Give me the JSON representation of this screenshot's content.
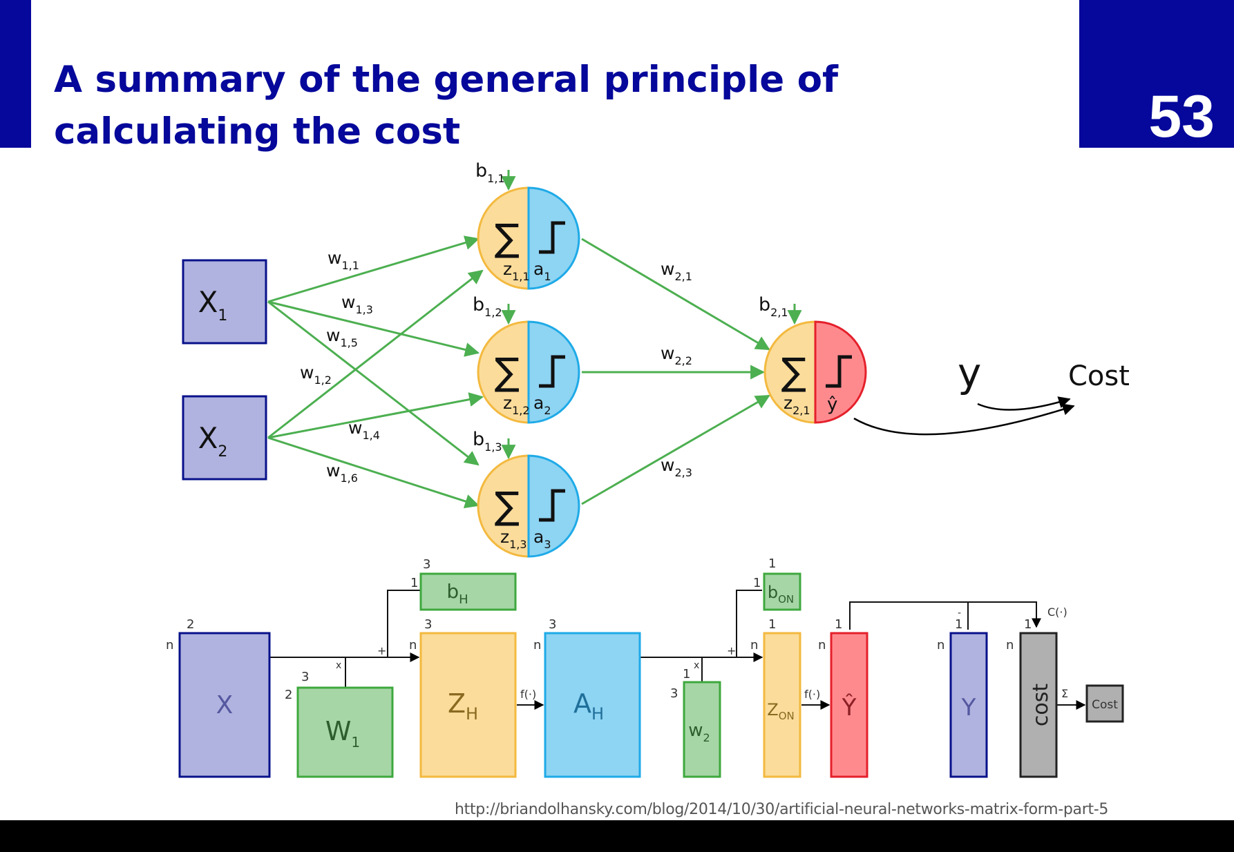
{
  "slide": {
    "title": "A summary of the general principle of calculating the cost",
    "page_number": "53",
    "source_url": "http://briandolhansky.com/blog/2014/10/30/artificial-neural-networks-matrix-form-part-5"
  },
  "colors": {
    "brand": "#05089a",
    "arrow_green": "#4caf50",
    "sum_fill": "#fbdc9a",
    "sum_stroke": "#f3b93f",
    "act_fill": "#8ed4f3",
    "act_stroke": "#1eaae7",
    "out_fill": "#ff8a8e",
    "out_stroke": "#e4202b",
    "input_fill": "#b0b3df",
    "input_stroke": "#08118a",
    "weight_fill": "#a6d6a6",
    "weight_stroke": "#3ea83e",
    "cost_fill": "#b0b0b0"
  },
  "network": {
    "inputs": [
      {
        "symbol": "X",
        "sub": "1"
      },
      {
        "symbol": "X",
        "sub": "2"
      }
    ],
    "hidden": [
      {
        "bias": "b",
        "bias_sub": "1,1",
        "z": "z",
        "z_sub": "1,1",
        "a": "a",
        "a_sub": "1"
      },
      {
        "bias": "b",
        "bias_sub": "1,2",
        "z": "z",
        "z_sub": "1,2",
        "a": "a",
        "a_sub": "2"
      },
      {
        "bias": "b",
        "bias_sub": "1,3",
        "z": "z",
        "z_sub": "1,3",
        "a": "a",
        "a_sub": "3"
      }
    ],
    "output": {
      "bias": "b",
      "bias_sub": "2,1",
      "z": "z",
      "z_sub": "2,1",
      "yhat": "ŷ"
    },
    "sum_symbol": "∑",
    "weights_layer1": [
      {
        "w": "w",
        "sub": "1,1"
      },
      {
        "w": "w",
        "sub": "1,3"
      },
      {
        "w": "w",
        "sub": "1,5"
      },
      {
        "w": "w",
        "sub": "1,2"
      },
      {
        "w": "w",
        "sub": "1,4"
      },
      {
        "w": "w",
        "sub": "1,6"
      }
    ],
    "weights_layer2": [
      {
        "w": "w",
        "sub": "2,1"
      },
      {
        "w": "w",
        "sub": "2,2"
      },
      {
        "w": "w",
        "sub": "2,3"
      }
    ],
    "target": "y",
    "cost": "Cost"
  },
  "matrix_form": {
    "X": {
      "label": "X",
      "rows": "n",
      "cols": "2"
    },
    "W1": {
      "label": "W",
      "sub": "1",
      "rows": "2",
      "cols": "3",
      "op": "x"
    },
    "bH": {
      "label": "b",
      "sub": "H",
      "rows": "1",
      "cols": "3",
      "op": "+"
    },
    "ZH": {
      "label": "Z",
      "sub": "H",
      "rows": "n",
      "cols": "3",
      "fn": "f(·)"
    },
    "AH": {
      "label": "A",
      "sub": "H",
      "rows": "n",
      "cols": "3"
    },
    "w2": {
      "label": "w",
      "sub": "2",
      "rows": "3",
      "cols": "1",
      "op": "x"
    },
    "bON": {
      "label": "b",
      "sub": "ON",
      "rows": "1",
      "cols": "1",
      "op": "+"
    },
    "ZON": {
      "label": "Z",
      "sub": "ON",
      "rows": "n",
      "cols": "1",
      "fn": "f(·)"
    },
    "Yhat": {
      "label": "Ŷ",
      "rows": "n",
      "cols": "1"
    },
    "Y": {
      "label": "Y",
      "rows": "n",
      "cols": "1",
      "op": "-"
    },
    "cost": {
      "label": "cost",
      "rows": "n",
      "cols": "1",
      "fn_in": "C(·)",
      "fn_out": "Σ"
    },
    "Cost": {
      "label": "Cost"
    }
  }
}
